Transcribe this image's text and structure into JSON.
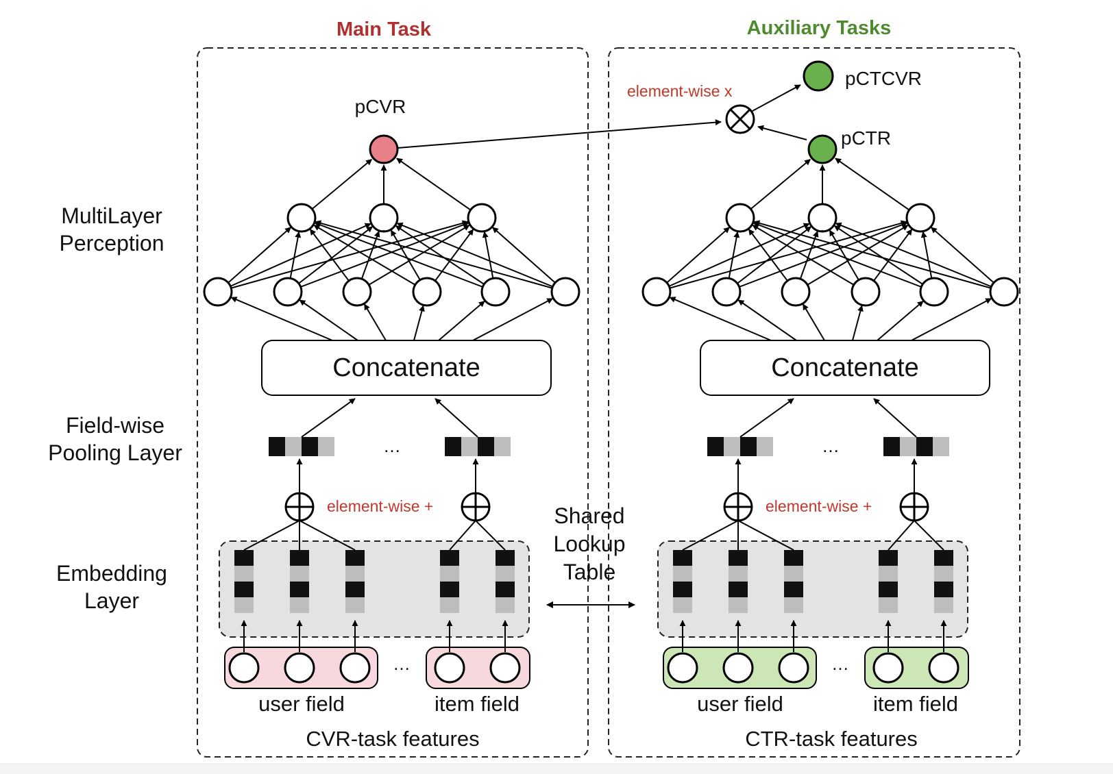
{
  "headers": {
    "main": "Main Task",
    "aux": "Auxiliary Tasks"
  },
  "left_labels": {
    "mlp": [
      "MultiLayer",
      "Perception"
    ],
    "pooling": [
      "Field-wise",
      "Pooling Layer"
    ],
    "embedding": [
      "Embedding",
      "Layer"
    ]
  },
  "outputs": {
    "pcvr": "pCVR",
    "pctr": "pCTR",
    "pctcvr": "pCTCVR"
  },
  "ops": {
    "mult": "element-wise x",
    "add_left": "element-wise +",
    "add_right": "element-wise +"
  },
  "concat": {
    "left": "Concatenate",
    "right": "Concatenate"
  },
  "ellipsis": "…",
  "shared": [
    "Shared",
    "Lookup",
    "Table"
  ],
  "fields": {
    "left_user": "user field",
    "left_item": "item field",
    "right_user": "user field",
    "right_item": "item field"
  },
  "captions": {
    "left": "CVR-task features",
    "right": "CTR-task features"
  },
  "colors": {
    "main_header": "#b03030",
    "aux_header": "#4e8a2e",
    "op_label": "#c0392b",
    "pcvr_node": "#e8808a",
    "pctr_node": "#6ab04c",
    "left_field_fill": "#f7d8dc",
    "right_field_fill": "#cce6b6",
    "embed_fill": "#e3e3e3",
    "block_dark": "#111111",
    "block_light": "#bdbdbd"
  }
}
